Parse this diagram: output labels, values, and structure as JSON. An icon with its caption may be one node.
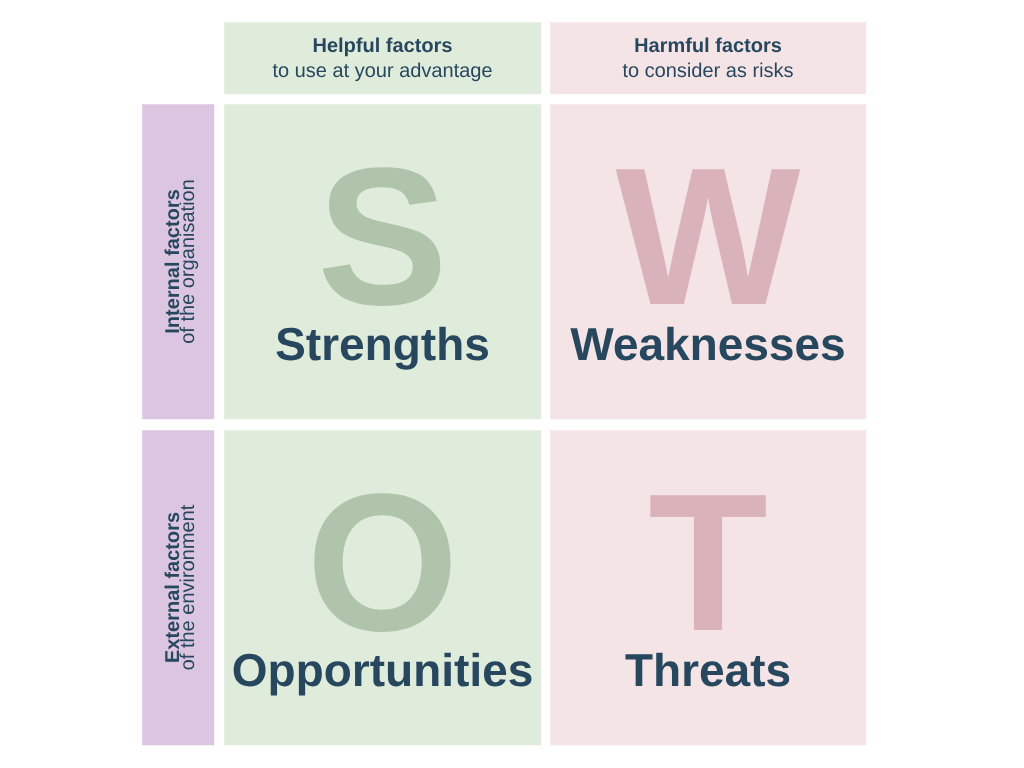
{
  "diagram": {
    "nodes": [
      {
        "text": [
          "Helpful factors",
          "to use at your advantage"
        ]
      },
      {
        "text": [
          "Harmful factors",
          "to consider as risks"
        ]
      },
      {
        "text": [
          "Internal factors",
          "of the organisation"
        ]
      },
      {
        "text": [
          "S",
          "Strengths"
        ]
      },
      {
        "text": [
          "W",
          "Weaknesses"
        ]
      },
      {
        "text": [
          "External factors",
          "of the environment"
        ]
      },
      {
        "text": [
          "O",
          "Opportunities"
        ]
      },
      {
        "text": [
          "T",
          "Threats"
        ]
      }
    ]
  }
}
